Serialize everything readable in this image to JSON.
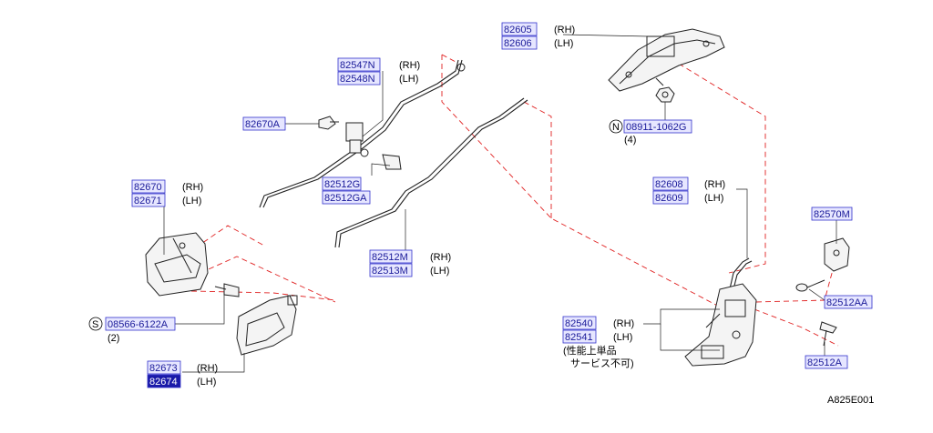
{
  "diagram_code": "A825E001",
  "parts": {
    "p82605": "82605",
    "p82606": "82606",
    "p82547N": "82547N",
    "p82548N": "82548N",
    "p82670A": "82670A",
    "p82512G": "82512G",
    "p82512GA": "82512GA",
    "p82670": "82670",
    "p82671": "82671",
    "p82512M": "82512M",
    "p82513M": "82513M",
    "p08911": "08911-1062G",
    "p82608": "82608",
    "p82609": "82609",
    "p82570M": "82570M",
    "p82512AA": "82512AA",
    "p08566": "08566-6122A",
    "p82540": "82540",
    "p82541": "82541",
    "p82673": "82673",
    "p82674": "82674",
    "p82512A": "82512A"
  },
  "sides": {
    "rh": "(RH)",
    "lh": "(LH)"
  },
  "quantities": {
    "q08911": "(4)",
    "q08566": "(2)"
  },
  "symbols": {
    "n": "N",
    "s": "S"
  },
  "notes": {
    "line1": "(性能上単品",
    "line2": "サービス不可)"
  },
  "colors": {
    "link_text": "#1a1a99",
    "link_box": "#e6e6ff",
    "selected_box": "#1a1aa8",
    "dashed_guide": "#e02020"
  }
}
